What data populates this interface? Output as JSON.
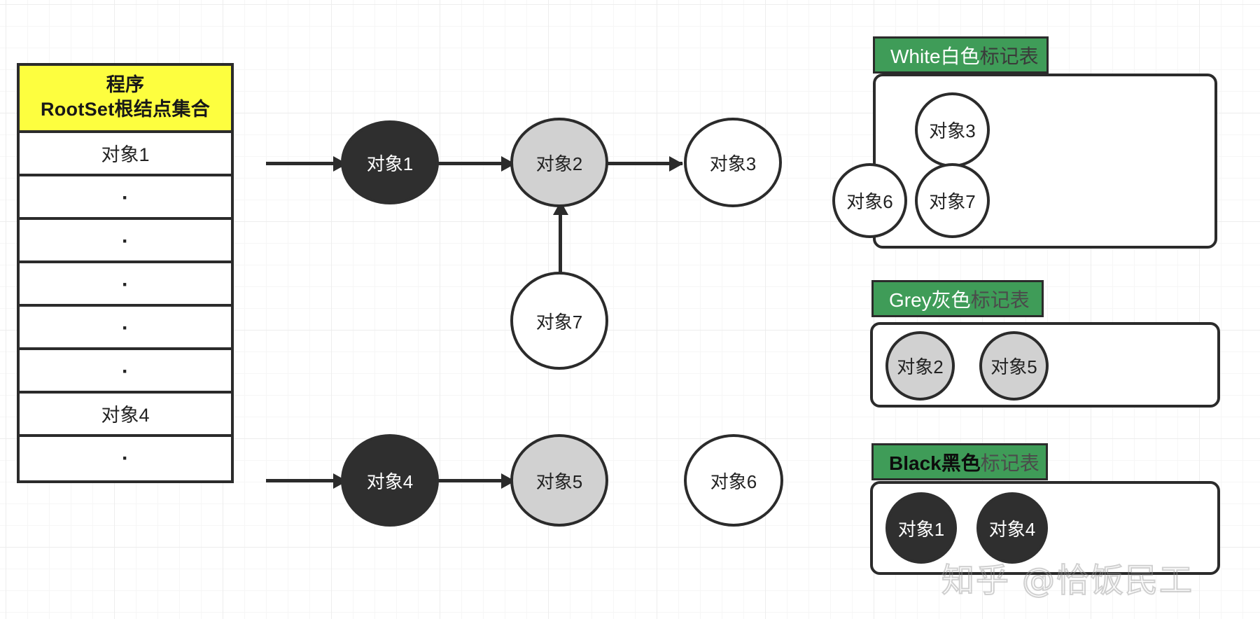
{
  "rootset": {
    "header_line1": "程序",
    "header_line2": "RootSet根结点集合",
    "rows": [
      {
        "label": "对象1",
        "type": "entry"
      },
      {
        "label": "·",
        "type": "dot"
      },
      {
        "label": "·",
        "type": "dot"
      },
      {
        "label": "·",
        "type": "dot"
      },
      {
        "label": "·",
        "type": "dot"
      },
      {
        "label": "·",
        "type": "dot"
      },
      {
        "label": "对象4",
        "type": "entry"
      },
      {
        "label": "·",
        "type": "dot"
      }
    ]
  },
  "graph": {
    "nodes": [
      {
        "id": "obj1",
        "label": "对象1",
        "color": "black"
      },
      {
        "id": "obj2",
        "label": "对象2",
        "color": "grey"
      },
      {
        "id": "obj3",
        "label": "对象3",
        "color": "white"
      },
      {
        "id": "obj7",
        "label": "对象7",
        "color": "white"
      },
      {
        "id": "obj4",
        "label": "对象4",
        "color": "black"
      },
      {
        "id": "obj5",
        "label": "对象5",
        "color": "grey"
      },
      {
        "id": "obj6",
        "label": "对象6",
        "color": "white"
      }
    ],
    "edges": [
      {
        "from": "rootset-obj1",
        "to": "obj1"
      },
      {
        "from": "obj1",
        "to": "obj2"
      },
      {
        "from": "obj2",
        "to": "obj3"
      },
      {
        "from": "obj7",
        "to": "obj2"
      },
      {
        "from": "rootset-obj4",
        "to": "obj4"
      },
      {
        "from": "obj4",
        "to": "obj5"
      }
    ]
  },
  "legends": [
    {
      "id": "white",
      "title_strong": "White白色",
      "title_muted": "标记表",
      "items": [
        {
          "label": "对象3",
          "color": "white"
        },
        {
          "label": "对象6",
          "color": "white"
        },
        {
          "label": "对象7",
          "color": "white"
        }
      ]
    },
    {
      "id": "grey",
      "title_strong": "Grey灰色",
      "title_muted": "标记表",
      "items": [
        {
          "label": "对象2",
          "color": "grey"
        },
        {
          "label": "对象5",
          "color": "grey"
        }
      ]
    },
    {
      "id": "black",
      "title_strong": "Black黑色",
      "title_muted": "标记表",
      "items": [
        {
          "label": "对象1",
          "color": "black"
        },
        {
          "label": "对象4",
          "color": "black"
        }
      ]
    }
  ],
  "watermark": {
    "text": "知乎 @恰饭民工"
  },
  "colors": {
    "header_yellow": "#fdfe3f",
    "legend_green": "#3f9c58",
    "stroke_dark": "#2b2b2b",
    "node_black": "#2f2f2f",
    "node_grey": "#d1d1d1",
    "node_white": "#ffffff"
  }
}
